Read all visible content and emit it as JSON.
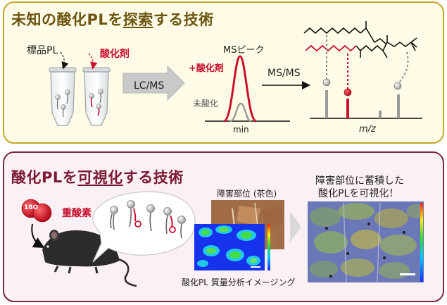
{
  "top_panel": {
    "title_prefix": "未知の酸化PLを",
    "title_emphasis": "探索",
    "title_suffix": "する技術",
    "standard_pl": "標品PL",
    "oxidant": "酸化剤",
    "lcms": "LC/MS",
    "ms_peak": "MSピーク",
    "oxidant_plus": "+酸化剤",
    "unoxidized": "未酸化",
    "min_axis": "min",
    "msms": "MS/MS",
    "mz_axis": "m/z"
  },
  "bottom_panel": {
    "title_prefix": "酸化PLを",
    "title_emphasis": "可視化",
    "title_suffix": "する技術",
    "heavy_oxygen": "重酸素",
    "isotope_label": "18O",
    "lesion_site": "障害部位 (茶色)",
    "imaging": "酸化PL 質量分析イメージング",
    "result_line1": "障害部位に蓄積した",
    "result_line2": "酸化PLを可視化！"
  },
  "colors": {
    "accent_red": "#c8102e",
    "top_border": "#c6a629",
    "bottom_border": "#7b2a3c",
    "top_bg": "#fffbe7",
    "bottom_bg": "#fbf1f4"
  }
}
